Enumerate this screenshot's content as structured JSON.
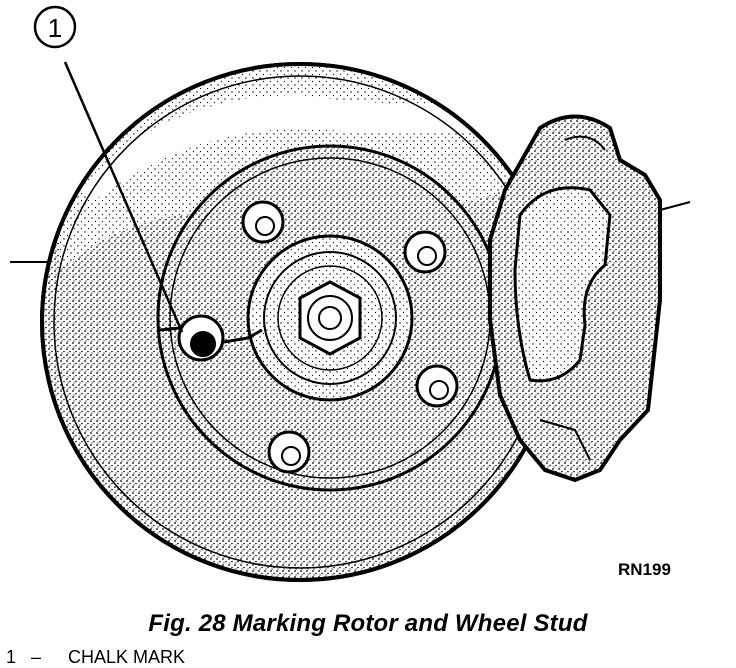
{
  "figure": {
    "id_label": "RN199",
    "caption": "Fig. 28 Marking Rotor and Wheel Stud"
  },
  "callouts": [
    {
      "number": "1"
    }
  ],
  "legend": [
    {
      "number": "1",
      "separator": "–",
      "text": "CHALK MARK"
    }
  ]
}
